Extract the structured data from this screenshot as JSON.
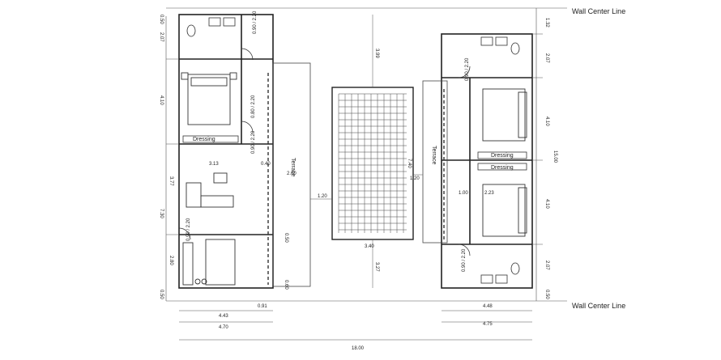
{
  "labels": {
    "wall_center_top": "Wall Center Line",
    "wall_center_bottom": "Wall Center Line",
    "terrace_left": "Terrace",
    "terrace_right": "Terrace",
    "dressing_left": "Dressing",
    "dressing_right_top": "Dressing",
    "dressing_right_bottom": "Dressing"
  },
  "dims": {
    "top_left": "0.50",
    "left_a": "2.07",
    "left_b": "4.10",
    "left_c": "3.77",
    "left_d": "2.80",
    "left_total": "7.30",
    "bottom_left_small": "0.50",
    "door_top_left": "0.90 / 2.20",
    "door_bed_left": "0.80 / 2.20",
    "door_dress_left": "0.90 / 2.20",
    "door_mid_left": "0.90 / 2.20",
    "width_313": "3.13",
    "terrace_040": "0.40",
    "terrace_200": "2.00",
    "gap_120_left": "1.20",
    "win_050": "0.50",
    "win_060": "0.60",
    "bot_443": "4.43",
    "bot_091": "0.91",
    "bot_470": "4.70",
    "pool_height_top": "3.99",
    "pool_height_mid": "7.40",
    "pool_height_bot": "3.27",
    "pool_width": "3.40",
    "gap_120_right": "1.20",
    "right_100": "1.00",
    "right_223": "2.23",
    "bot_448": "4.48",
    "bot_475": "4.75",
    "total_width": "18.00",
    "right_132": "1.32",
    "right_207a": "2.07",
    "right_410a": "4.10",
    "right_total": "15.00",
    "right_410b": "4.10",
    "right_207b": "2.07",
    "right_050": "0.50",
    "door_right_top": "0.90 / 2.20",
    "door_right_bot": "0.90 / 2.20"
  }
}
